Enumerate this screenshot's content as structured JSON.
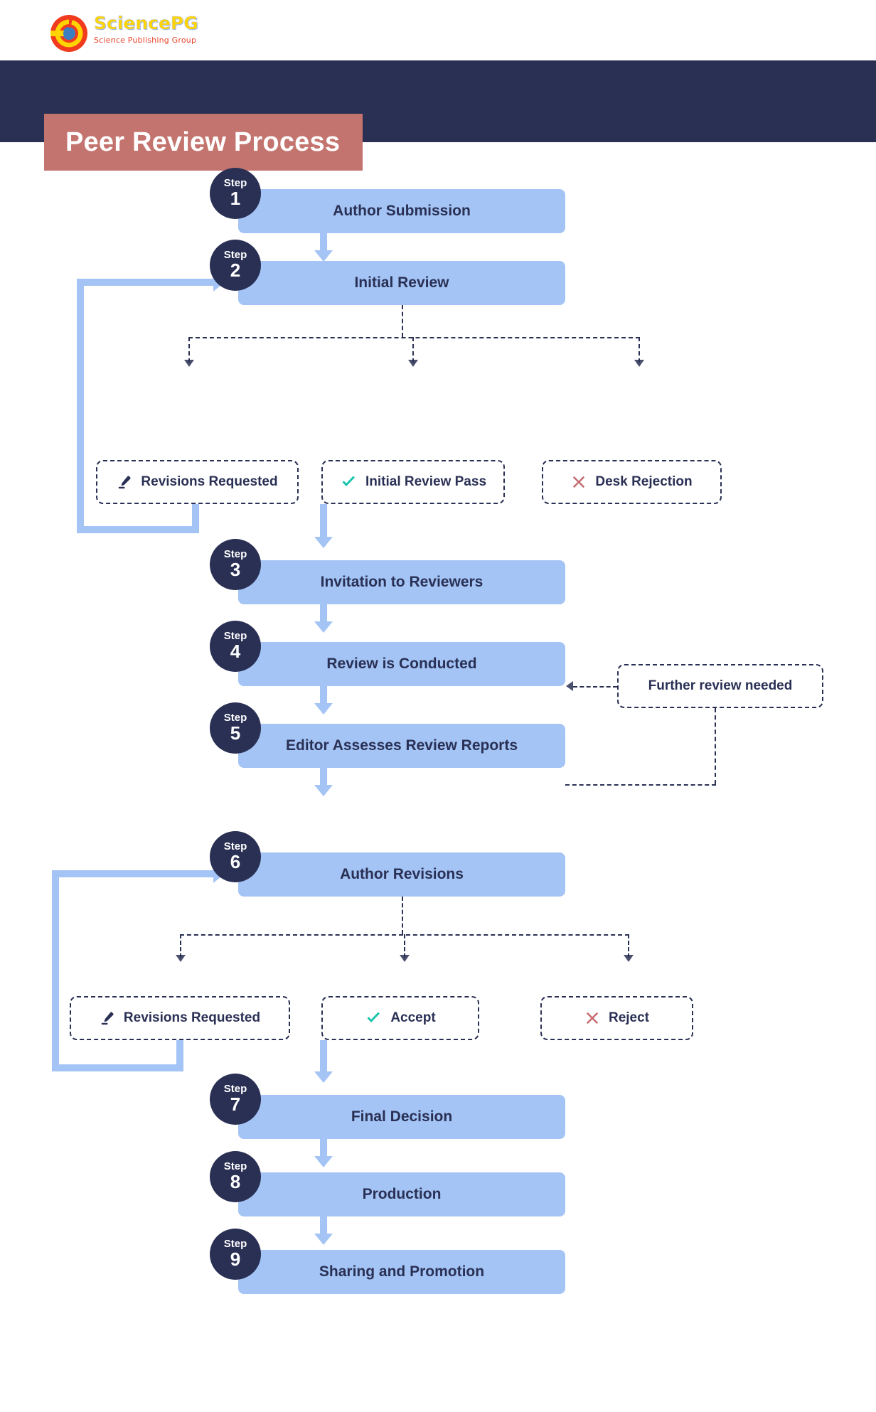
{
  "brand": {
    "name": "SciencePG",
    "tagline": "Science Publishing Group",
    "logo_icon": "sciencepg-circular-logo"
  },
  "header": {
    "title": "Peer Review Process",
    "band_color": "#2a3054",
    "banner_color": "#c4746e"
  },
  "palette": {
    "step_box": "#a3c4f5",
    "badge": "#2a3054",
    "text": "#2a3054",
    "check": "#17c3ac",
    "cross": "#c4656a"
  },
  "chart_data": {
    "type": "diagram",
    "title": "Peer Review Process",
    "steps": [
      {
        "n": "1",
        "word": "Step",
        "label": "Author Submission"
      },
      {
        "n": "2",
        "word": "Step",
        "label": "Initial Review"
      },
      {
        "n": "3",
        "word": "Step",
        "label": "Invitation to Reviewers"
      },
      {
        "n": "4",
        "word": "Step",
        "label": "Review is Conducted"
      },
      {
        "n": "5",
        "word": "Step",
        "label": "Editor Assesses Review Reports"
      },
      {
        "n": "6",
        "word": "Step",
        "label": "Author Revisions"
      },
      {
        "n": "7",
        "word": "Step",
        "label": "Final Decision"
      },
      {
        "n": "8",
        "word": "Step",
        "label": "Production"
      },
      {
        "n": "9",
        "word": "Step",
        "label": "Sharing and Promotion"
      }
    ],
    "decisions_row1": [
      {
        "label": "Revisions Requested",
        "icon": "pencil-icon"
      },
      {
        "label": "Initial Review Pass",
        "icon": "check-icon"
      },
      {
        "label": "Desk Rejection",
        "icon": "cross-icon"
      }
    ],
    "decisions_row2": [
      {
        "label": "Revisions Requested",
        "icon": "pencil-icon"
      },
      {
        "label": "Accept",
        "icon": "check-icon"
      },
      {
        "label": "Reject",
        "icon": "cross-icon"
      }
    ],
    "feedback": {
      "label": "Further review needed"
    },
    "edges": [
      "Step 1 -> Step 2",
      "Step 2 -> Revisions Requested / Initial Review Pass / Desk Rejection",
      "Revisions Requested -> Step 2 (loop back)",
      "Initial Review Pass -> Step 3",
      "Step 3 -> Step 4",
      "Step 4 -> Step 5",
      "Further review needed -> Step 4",
      "Step 5 -> Further review needed",
      "Step 5 -> Step 6",
      "Step 6 -> Revisions Requested / Accept / Reject",
      "Revisions Requested -> Step 6 (loop back)",
      "Accept -> Step 7",
      "Step 7 -> Step 8",
      "Step 8 -> Step 9"
    ]
  }
}
